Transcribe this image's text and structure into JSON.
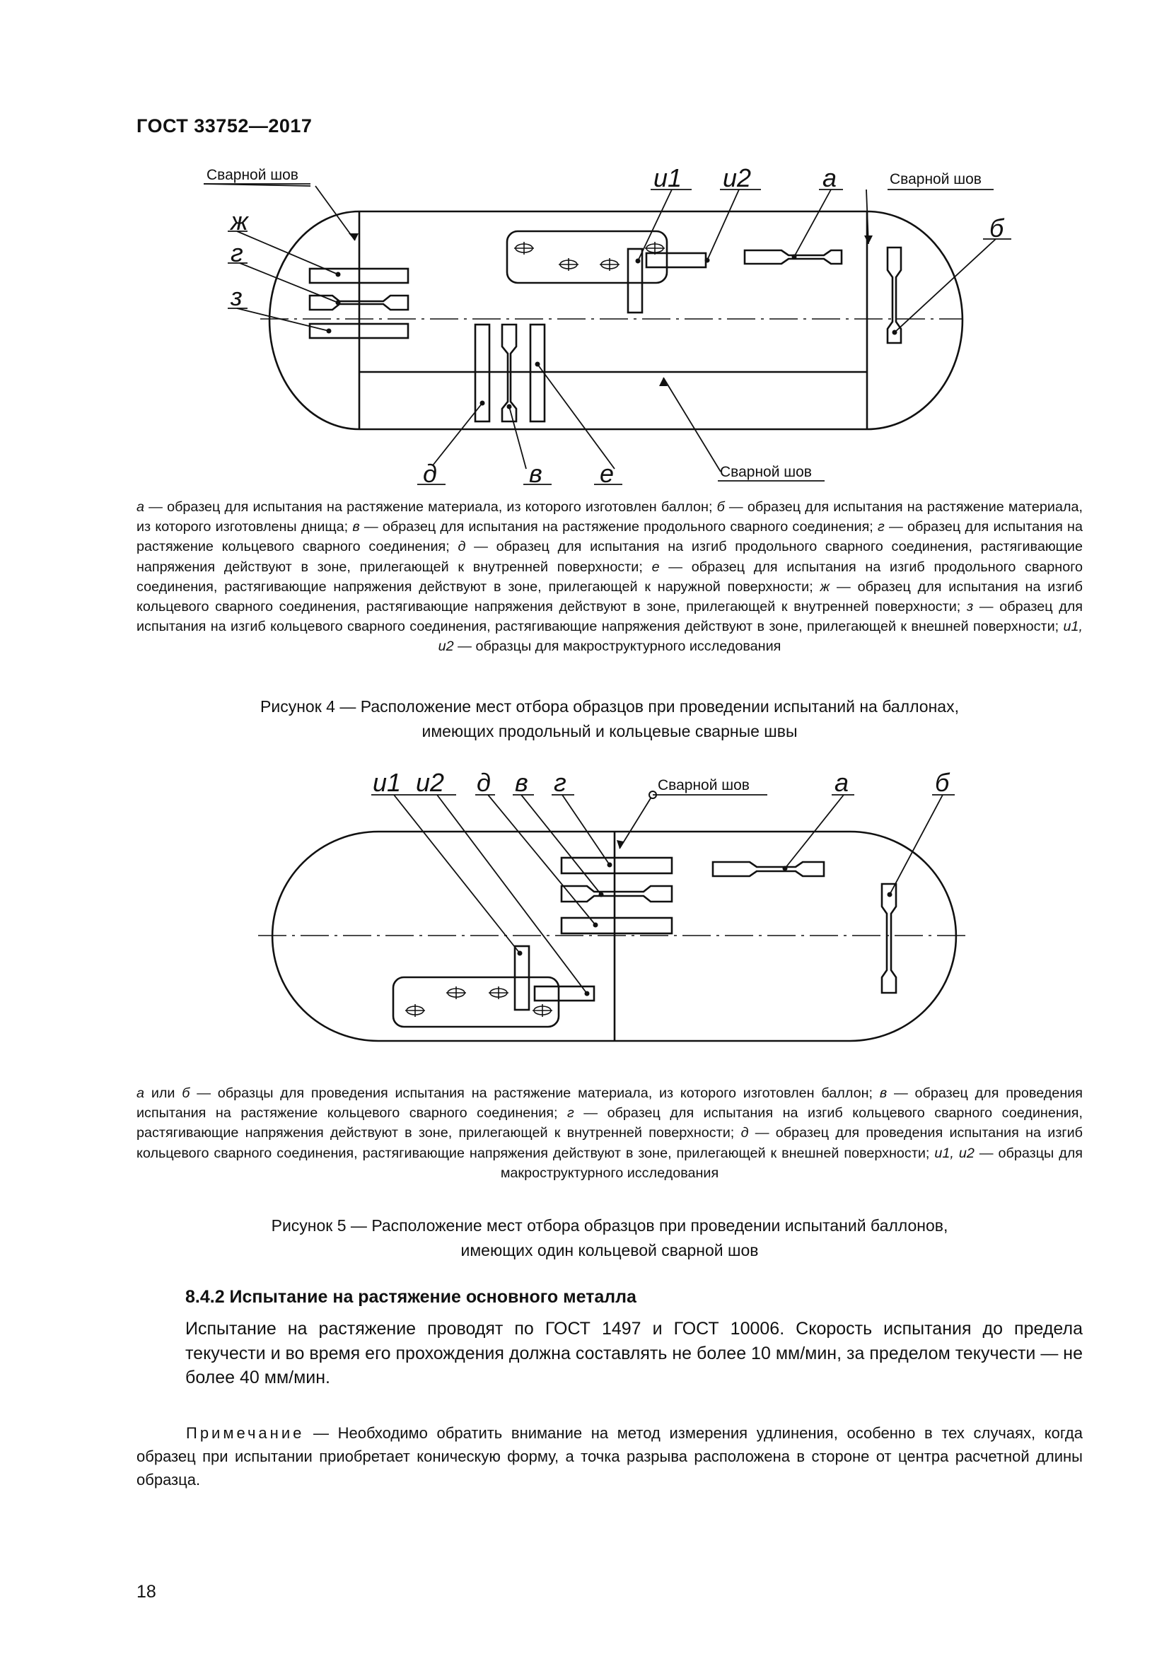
{
  "header": {
    "title": "ГОСТ 33752—2017"
  },
  "figure4": {
    "weld_seam_label": "Сварной шов",
    "specimen_labels": {
      "a": "а",
      "b": "б",
      "v": "в",
      "g": "г",
      "d": "д",
      "e": "е",
      "zh": "ж",
      "z": "з",
      "i1": "и1",
      "i2": "и2"
    },
    "legend": [
      {
        "k": "а",
        "t": " — образец для испытания на растяжение материала, из которого изготовлен баллон; "
      },
      {
        "k": "б",
        "t": " — образец для испытания на растяжение материала, из которого изготовлены днища; "
      },
      {
        "k": "в",
        "t": " — образец для испытания на растяжение продольного сварного соединения; "
      },
      {
        "k": "г",
        "t": " — образец для испытания на растяжение кольцевого сварного соединения; "
      },
      {
        "k": "д",
        "t": " — образец для испытания на изгиб продольного сварного соединения, растягивающие напряжения действуют в зоне, прилегающей к внутренней поверхности; "
      },
      {
        "k": "е",
        "t": " — образец для испытания на изгиб продольного сварного соединения, растягивающие напряжения действуют в зоне, прилегающей к наружной поверхности; "
      },
      {
        "k": "ж",
        "t": " — образец для испытания на изгиб кольцевого сварного соединения, растягивающие напряжения действуют в зоне, прилегающей к внутренней поверхности; "
      },
      {
        "k": "з",
        "t": " — образец для испытания на изгиб кольцевого сварного соединения, растягивающие напряжения действуют в зоне, прилегающей к внешней поверхности; "
      },
      {
        "k": "и1, и2",
        "t": " — образцы для макроструктурного исследования"
      }
    ],
    "caption_line1": "Рисунок 4 — Расположение мест отбора образцов при проведении испытаний на баллонах,",
    "caption_line2": "имеющих продольный и кольцевые сварные швы"
  },
  "figure5": {
    "weld_seam_label": "Сварной шов",
    "specimen_labels": {
      "a": "а",
      "b": "б",
      "v": "в",
      "g": "г",
      "d": "д",
      "i1": "и1",
      "i2": "и2"
    },
    "legend": [
      {
        "k": "а",
        "t": " или "
      },
      {
        "k": "б",
        "t": " — образцы для проведения испытания на растяжение материала, из которого изготовлен баллон; "
      },
      {
        "k": "в",
        "t": " — образец для проведения испытания на растяжение кольцевого сварного соединения; "
      },
      {
        "k": "г",
        "t": " — образец для испытания на изгиб кольцевого сварного соединения, растягивающие напряжения действуют в зоне, прилегающей к внутренней поверхности; "
      },
      {
        "k": "д",
        "t": " — образец для проведения испытания на изгиб кольцевого сварного соединения, растягивающие напряжения действуют в зоне, прилегающей к внешней поверхности; "
      },
      {
        "k": "и1, и2",
        "t": " — образцы для макроструктурного исследования"
      }
    ],
    "caption_line1": "Рисунок 5 — Расположение мест отбора образцов при проведении испытаний баллонов,",
    "caption_line2": "имеющих один кольцевой сварной шов"
  },
  "section": {
    "heading": "8.4.2 Испытание на растяжение основного металла",
    "paragraph": "Испытание на растяжение проводят по ГОСТ 1497 и ГОСТ 10006. Скорость испытания до предела текучести и во время его прохождения должна составлять не более 10 мм/мин, за пределом текучести — не более 40 мм/мин.",
    "note_label": "Примечание",
    "note_text": " — Необходимо обратить внимание на метод измерения удлинения, особенно в тех случаях, когда образец при испытании приобретает коническую форму, а точка разрыва расположена в стороне от центра расчетной длины образца."
  },
  "footer": {
    "page_number": "18"
  }
}
